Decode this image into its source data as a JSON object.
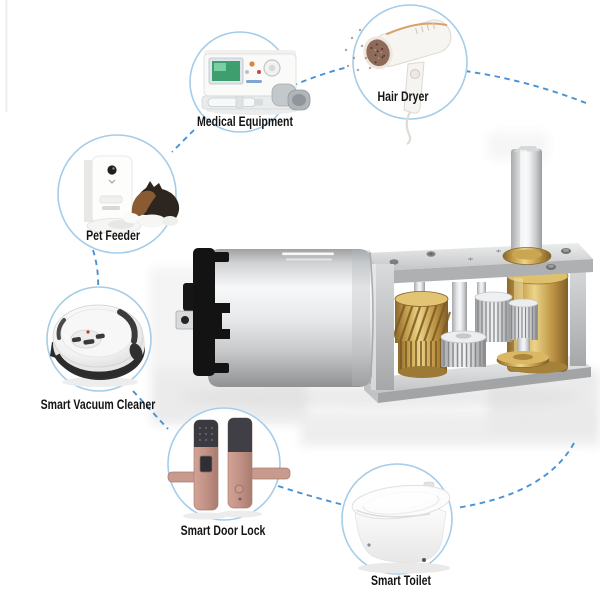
{
  "diagram": {
    "background_color": "#ffffff",
    "connector_color": "#4a92d4",
    "circle_border_color": "#a5cce8",
    "label_color": "#141414",
    "center_illustration": "worm-gear-motor",
    "applications": [
      {
        "id": "medical-equipment",
        "label": "Medical Equipment",
        "icon": "medical-infusion-pump-photo"
      },
      {
        "id": "hair-dryer",
        "label": "Hair Dryer",
        "icon": "hair-dryer-photo"
      },
      {
        "id": "pet-feeder",
        "label": "Pet Feeder",
        "icon": "pet-feeder-with-dog-photo"
      },
      {
        "id": "smart-vacuum-cleaner",
        "label": "Smart Vacuum Cleaner",
        "icon": "robot-vacuum-photo"
      },
      {
        "id": "smart-door-lock",
        "label": "Smart Door Lock",
        "icon": "smart-door-lock-photo"
      },
      {
        "id": "smart-toilet",
        "label": "Smart Toilet",
        "icon": "smart-toilet-photo"
      }
    ]
  }
}
